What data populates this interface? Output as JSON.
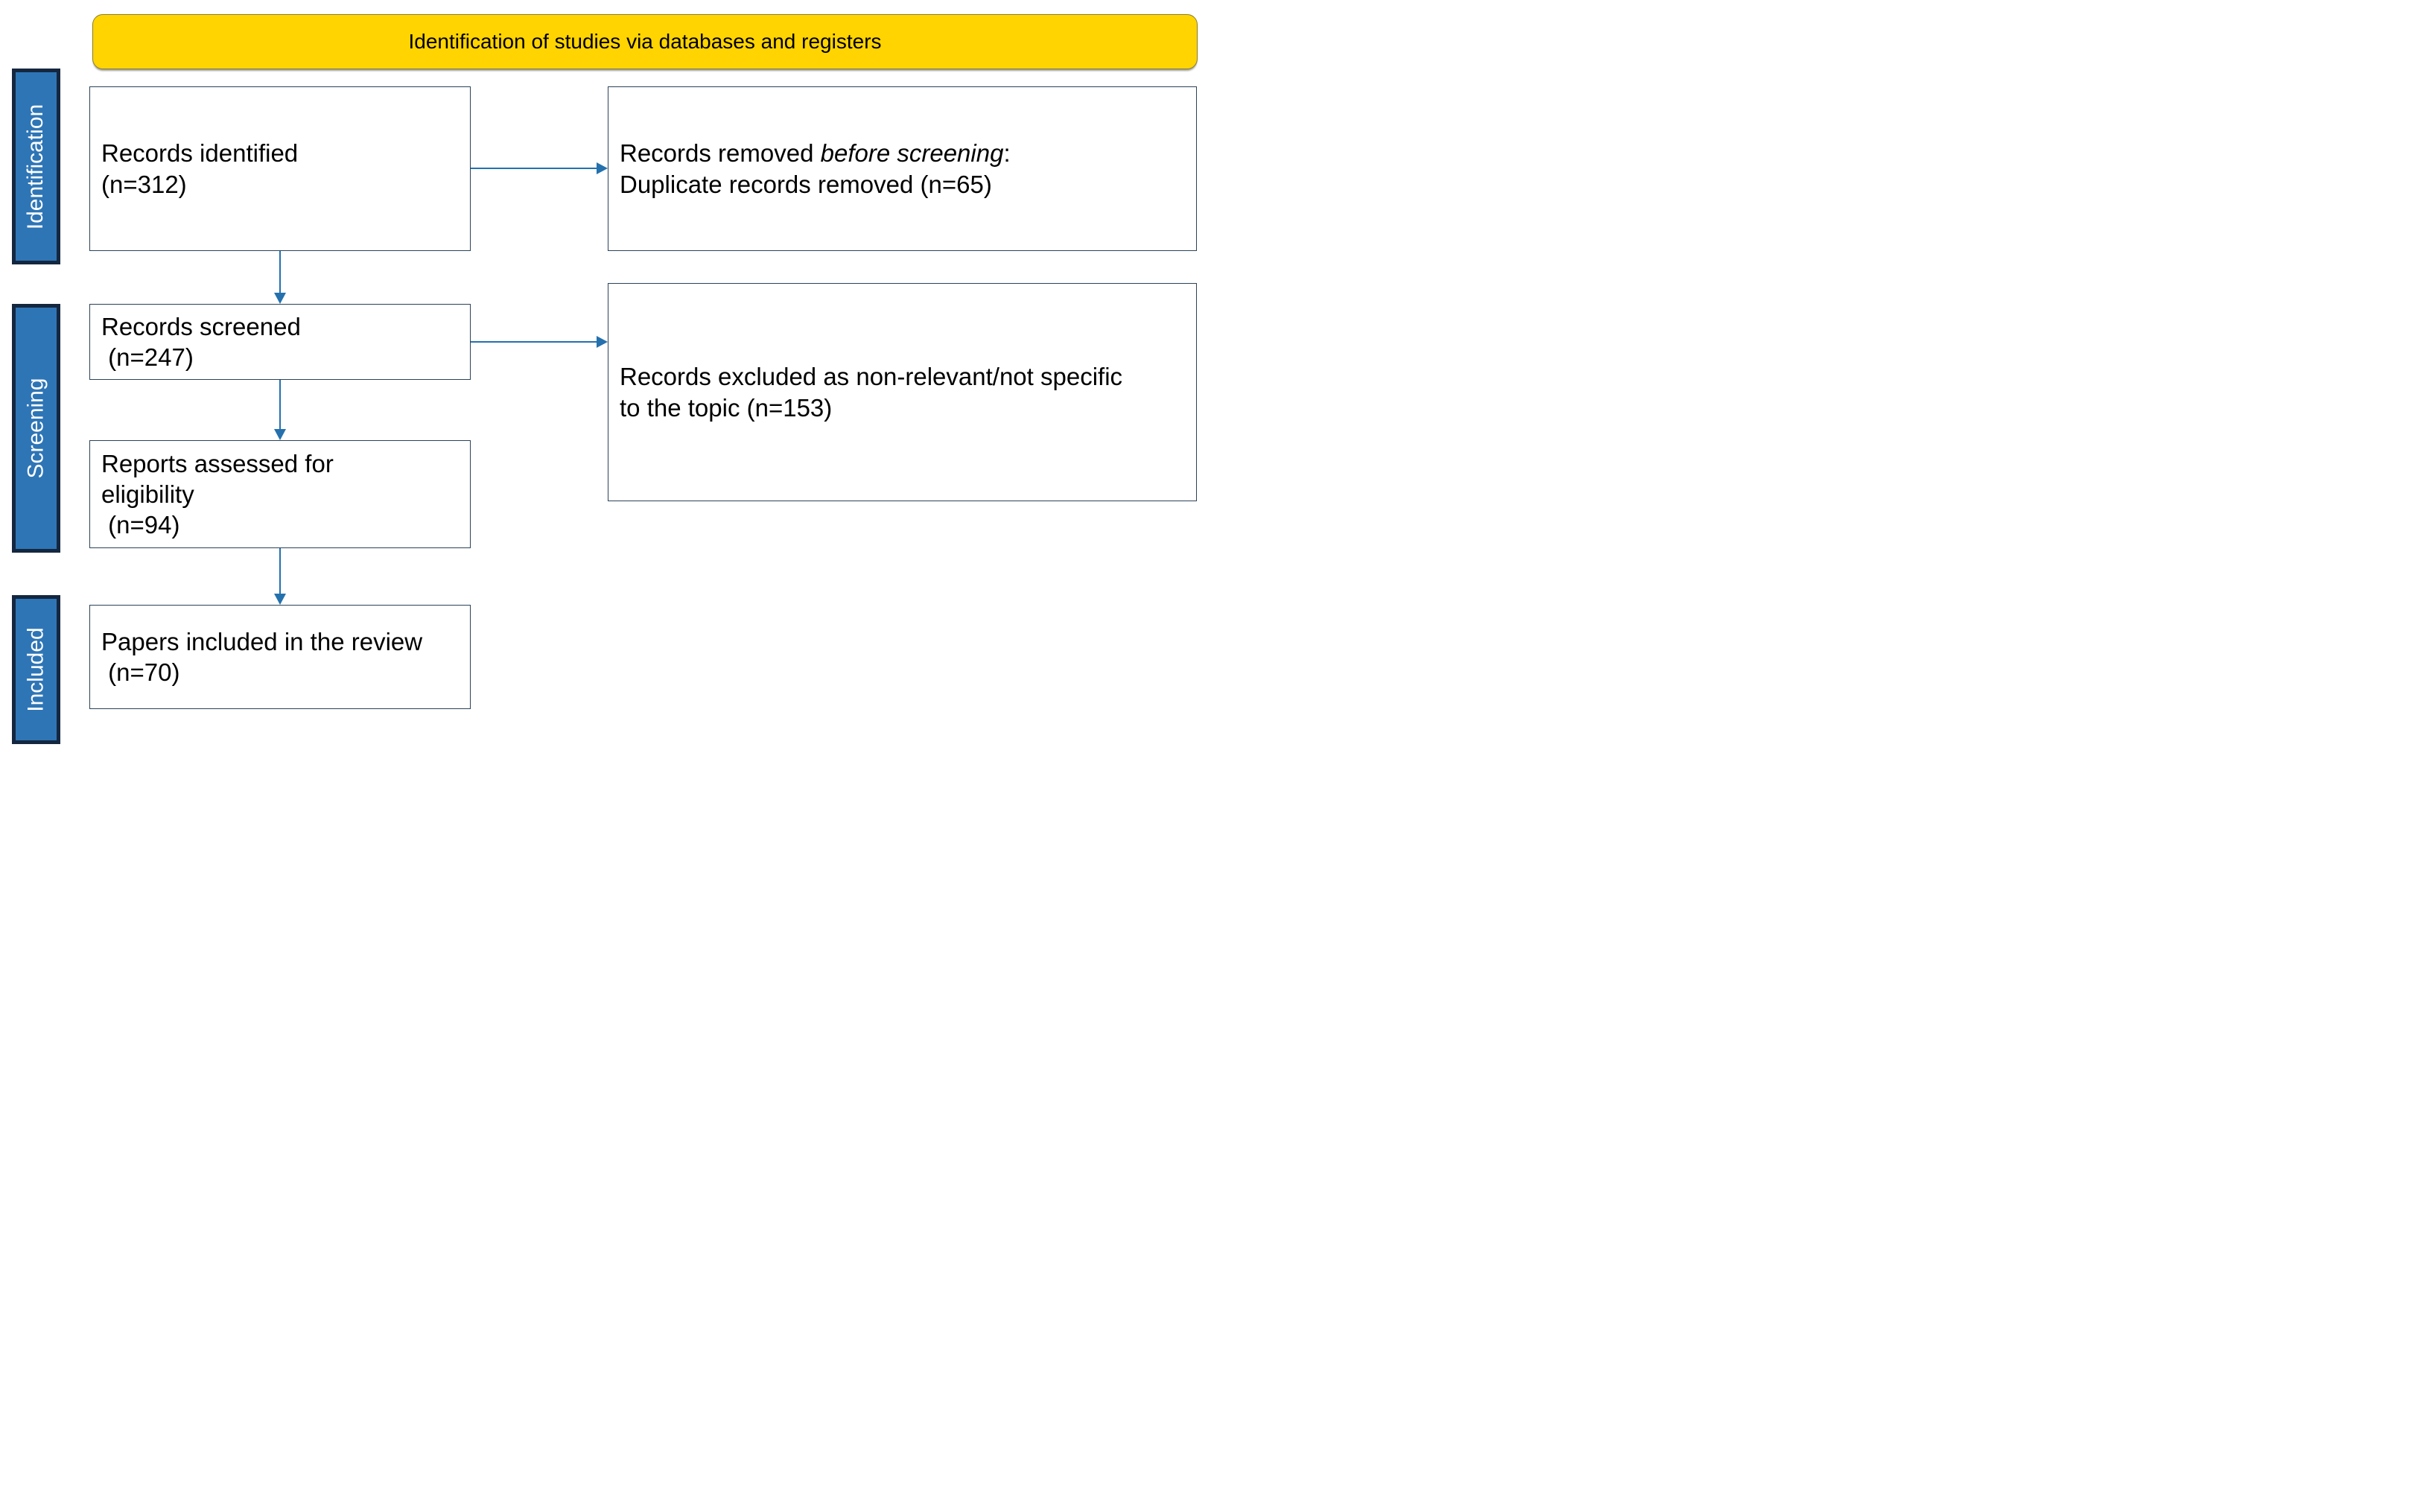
{
  "title": "Identification of studies via databases and registers",
  "sidebar": {
    "stages": [
      {
        "label": "Identification"
      },
      {
        "label": "Screening"
      },
      {
        "label": "Included"
      }
    ]
  },
  "boxes": {
    "identified": {
      "line1": "Records identified",
      "line2": "(n=312)"
    },
    "removed": {
      "line1_pre": "Records removed ",
      "line1_italic": "before screening",
      "line1_post": ":",
      "line2": "Duplicate records removed (n=65)"
    },
    "screened": {
      "line1": "Records screened",
      "line2": " (n=247)"
    },
    "excluded": {
      "line1": "Records excluded as non-relevant/not specific",
      "line2": "to the topic (n=153)"
    },
    "assessed": {
      "line1": "Reports assessed for",
      "line2": "eligibility",
      "line3": " (n=94)"
    },
    "included_papers": {
      "line1": "Papers included in the review",
      "line2": " (n=70)"
    }
  },
  "colors": {
    "banner_fill": "#FFD400",
    "stage_fill": "#2E75B6",
    "stage_border": "#14273F",
    "box_border": "#2B4257",
    "arrow": "#2471AE",
    "text": "#000000",
    "stage_text": "#FFFFFF"
  }
}
